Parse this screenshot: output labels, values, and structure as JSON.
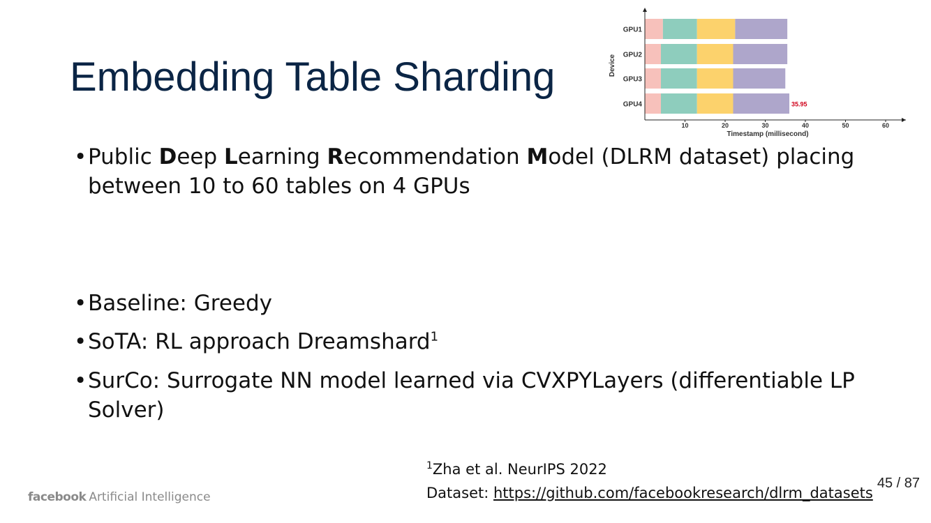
{
  "slide": {
    "title": "Embedding Table Sharding",
    "bullets": [
      {
        "parts": [
          {
            "t": "Public "
          },
          {
            "t": "D",
            "b": true
          },
          {
            "t": "eep "
          },
          {
            "t": "L",
            "b": true
          },
          {
            "t": "earning "
          },
          {
            "t": "R",
            "b": true
          },
          {
            "t": "ecommendation "
          },
          {
            "t": "M",
            "b": true
          },
          {
            "t": "odel (DLRM dataset) placing between 10 to 60 tables on 4 GPUs"
          }
        ]
      },
      {
        "parts": [
          {
            "t": "Baseline: Greedy"
          }
        ]
      },
      {
        "parts": [
          {
            "t": "SoTA: RL approach Dreamshard"
          },
          {
            "t": "1",
            "sup": true
          }
        ]
      },
      {
        "parts": [
          {
            "t": "SurCo: Surrogate NN model learned via CVXPYLayers (differentiable LP Solver)"
          }
        ]
      }
    ],
    "footnote": {
      "marker": "1",
      "citation": "Zha et al. NeurIPS 2022",
      "dataset_label": "Dataset: ",
      "dataset_link": "https://github.com/facebookresearch/dlrm_datasets"
    },
    "page_number": "45 / 87",
    "logo": {
      "brand": "facebook",
      "text": "Artificial Intelligence"
    }
  },
  "chart_data": {
    "type": "bar",
    "orientation": "horizontal-stacked",
    "categories": [
      "GPU1",
      "GPU2",
      "GPU3",
      "GPU4"
    ],
    "series": [
      {
        "color": "#f7c1bb",
        "values": [
          4.5,
          4.0,
          4.0,
          4.0
        ]
      },
      {
        "color": "#8ecdbd",
        "values": [
          8.5,
          9.0,
          9.0,
          9.0
        ]
      },
      {
        "color": "#fcd26c",
        "values": [
          9.5,
          9.0,
          9.0,
          9.0
        ]
      },
      {
        "color": "#aea6cb",
        "values": [
          13.0,
          13.5,
          13.0,
          14.0
        ]
      }
    ],
    "xlabel": "Timestamp (millisecond)",
    "ylabel": "Device",
    "xticks": [
      10,
      20,
      30,
      40,
      50,
      60
    ],
    "xlim": [
      0,
      65
    ],
    "annotation": {
      "category": "GPU4",
      "text": "35.95",
      "color": "#d0021b"
    },
    "grid": false
  }
}
